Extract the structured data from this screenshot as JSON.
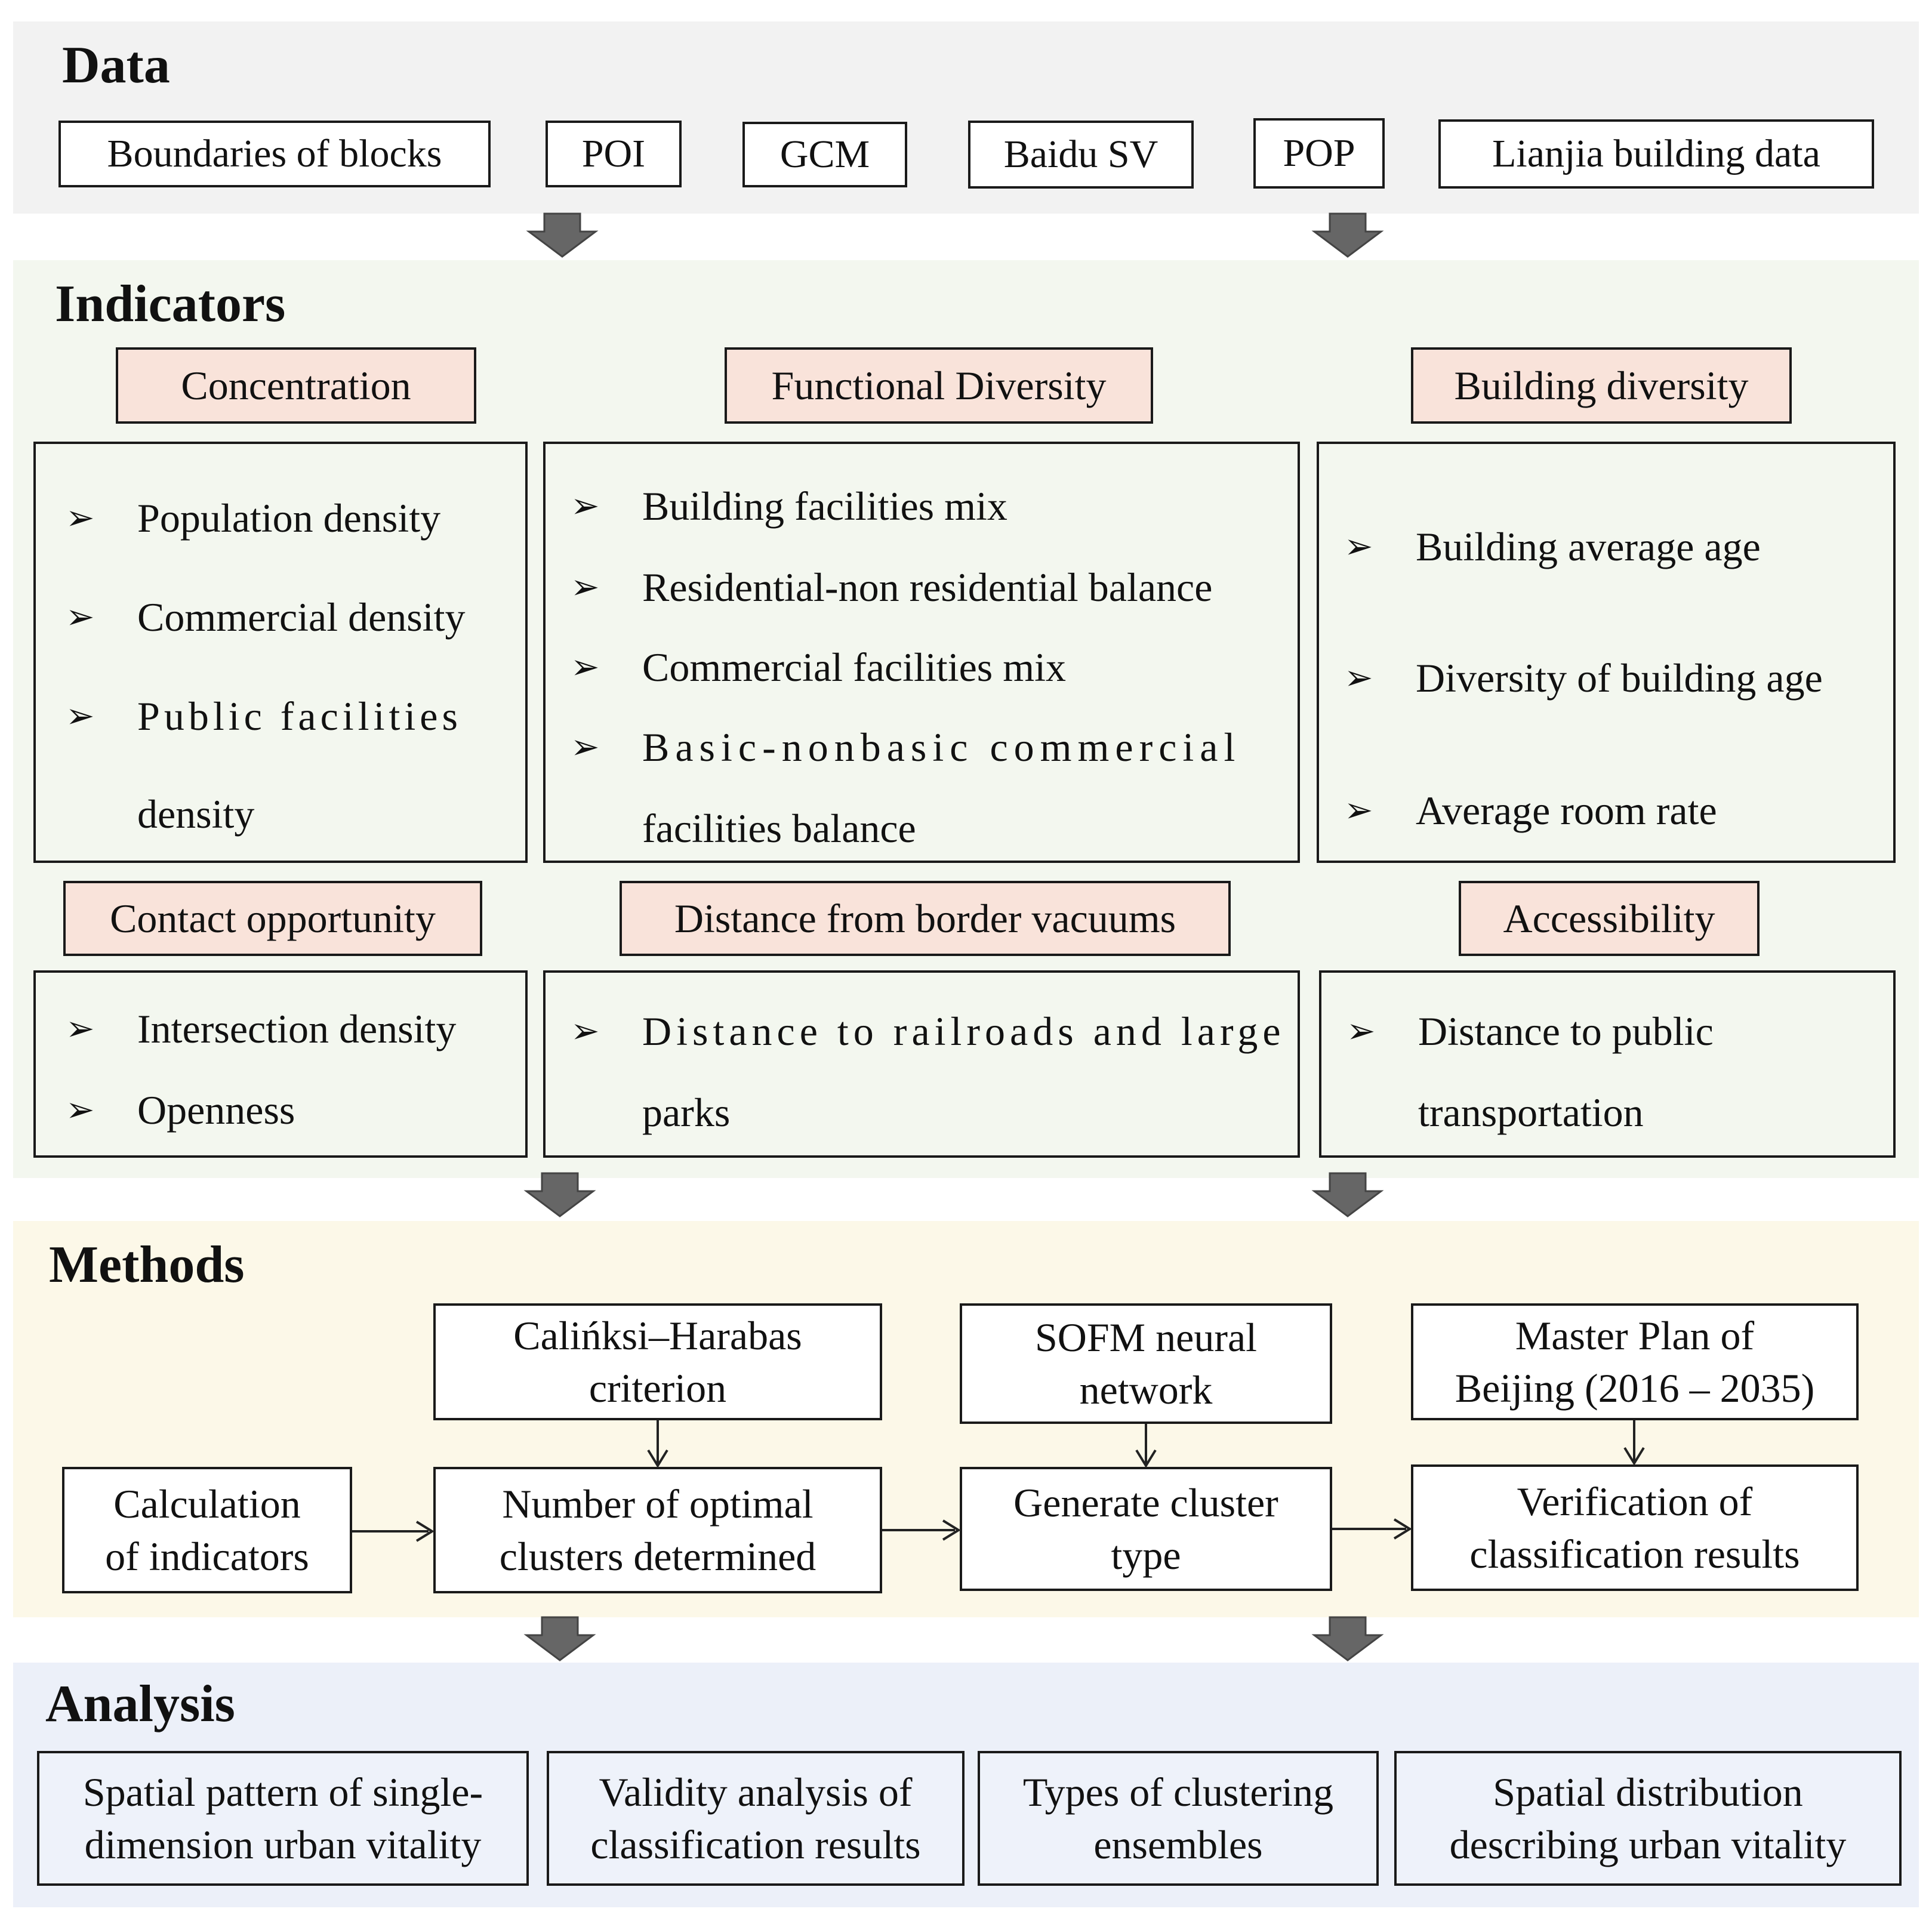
{
  "sections": {
    "data": "Data",
    "indicators": "Indicators",
    "methods": "Methods",
    "analysis": "Analysis"
  },
  "data_sources": [
    "Boundaries of blocks",
    "POI",
    "GCM",
    "Baidu SV",
    "POP",
    "Lianjia building data"
  ],
  "categories": {
    "concentration": "Concentration",
    "functional_diversity": "Functional Diversity",
    "building_diversity": "Building diversity",
    "contact_opportunity": "Contact opportunity",
    "distance_border": "Distance from border vacuums",
    "accessibility": "Accessibility"
  },
  "indicators": {
    "concentration": [
      "Population density",
      "Commercial density",
      "Public facilities",
      "density"
    ],
    "functional_diversity": [
      "Building facilities mix",
      "Residential-non residential balance",
      "Commercial facilities mix",
      "Basic-nonbasic commercial",
      "facilities balance"
    ],
    "building_diversity": [
      "Building average age",
      "Diversity of building age",
      "Average room rate"
    ],
    "contact_opportunity": [
      "Intersection density",
      "Openness"
    ],
    "distance_border": [
      "Distance to railroads and large",
      "parks"
    ],
    "accessibility": [
      "Distance to public",
      "transportation"
    ]
  },
  "methods": {
    "ch_line1": "Calińksi–Harabas",
    "ch_line2": "criterion",
    "sofm_line1": "SOFM neural",
    "sofm_line2": "network",
    "plan_line1": "Master Plan of",
    "plan_line2": "Beijing (2016 – 2035)",
    "calc_line1": "Calculation",
    "calc_line2": "of indicators",
    "num_line1": "Number of optimal",
    "num_line2": "clusters determined",
    "gen_line1": "Generate cluster",
    "gen_line2": "type",
    "ver_line1": "Verification of",
    "ver_line2": "classification results"
  },
  "analysis": [
    {
      "l1": "Spatial pattern of single-",
      "l2": "dimension urban vitality"
    },
    {
      "l1": "Validity analysis of",
      "l2": "classification results"
    },
    {
      "l1": "Types of clustering",
      "l2": "ensembles"
    },
    {
      "l1": "Spatial distribution",
      "l2": "describing urban vitality"
    }
  ],
  "colors": {
    "data_bg": "#f2f2f2",
    "indicators_bg": "#f3f7ef",
    "methods_bg": "#fcf8e8",
    "analysis_bg": "#ecf0f9",
    "category_fill": "#f9e3da",
    "flow_arrow": "#666666"
  },
  "icons": {
    "bullet": "arrowhead-bullet-icon",
    "flow": "down-block-arrow-icon"
  }
}
